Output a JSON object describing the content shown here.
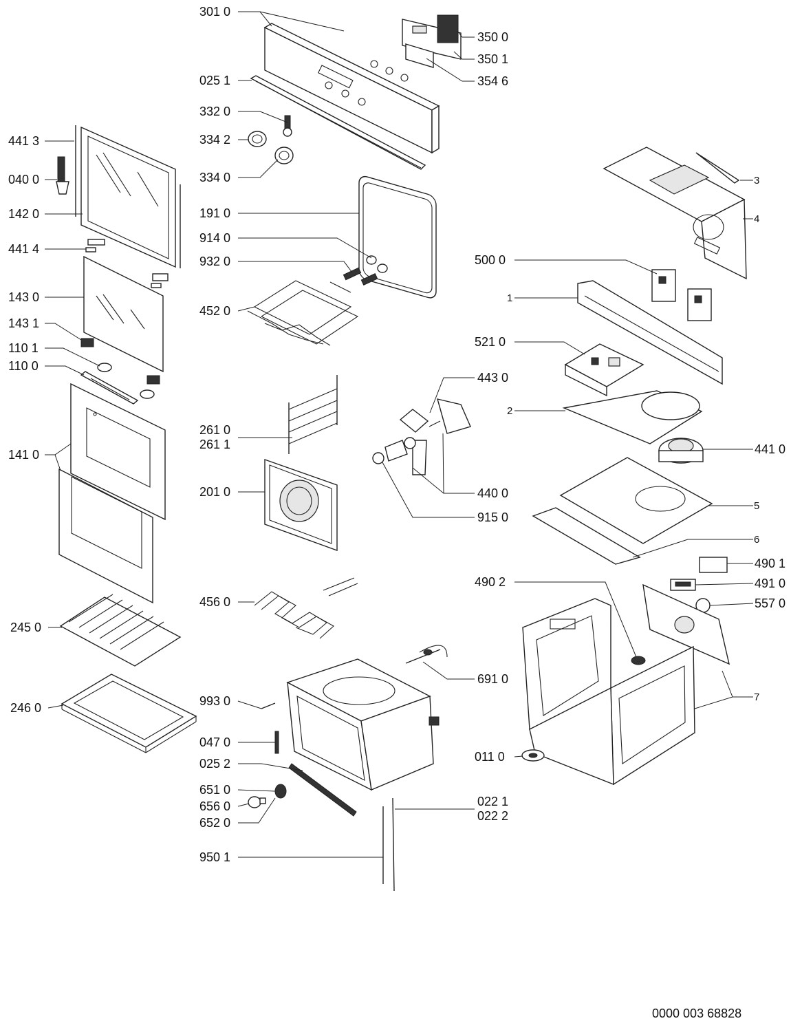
{
  "callouts": {
    "c301_0": "301 0",
    "c350_0": "350 0",
    "c350_1": "350 1",
    "c354_6": "354 6",
    "c025_1": "025 1",
    "c332_0": "332 0",
    "c334_2": "334 2",
    "c334_0": "334 0",
    "c441_3": "441 3",
    "c040_0": "040 0",
    "c142_0": "142 0",
    "c441_4": "441 4",
    "c143_0": "143 0",
    "c143_1": "143 1",
    "c110_1": "110 1",
    "c110_0": "110 0",
    "c141_0": "141 0",
    "c245_0": "245 0",
    "c246_0": "246 0",
    "c191_0": "191 0",
    "c914_0": "914 0",
    "c932_0": "932 0",
    "c452_0": "452 0",
    "c261_0": "261 0",
    "c261_1": "261 1",
    "c201_0": "201 0",
    "c456_0": "456 0",
    "c993_0": "993 0",
    "c047_0": "047 0",
    "c025_2": "025 2",
    "c651_0": "651 0",
    "c656_0": "656 0",
    "c652_0": "652 0",
    "c950_1": "950 1",
    "c443_0": "443 0",
    "c440_0": "440 0",
    "c915_0": "915 0",
    "c691_0": "691 0",
    "c022_1": "022 1",
    "c022_2": "022 2",
    "c3": "3",
    "c4": "4",
    "c500_0": "500 0",
    "c1": "1",
    "c521_0": "521 0",
    "c2": "2",
    "c441_0": "441 0",
    "c5": "5",
    "c6": "6",
    "c490_1": "490 1",
    "c490_2": "490 2",
    "c491_0": "491 0",
    "c557_0": "557 0",
    "c7": "7",
    "c011_0": "011 0"
  },
  "document_number": "0000 003 68828"
}
